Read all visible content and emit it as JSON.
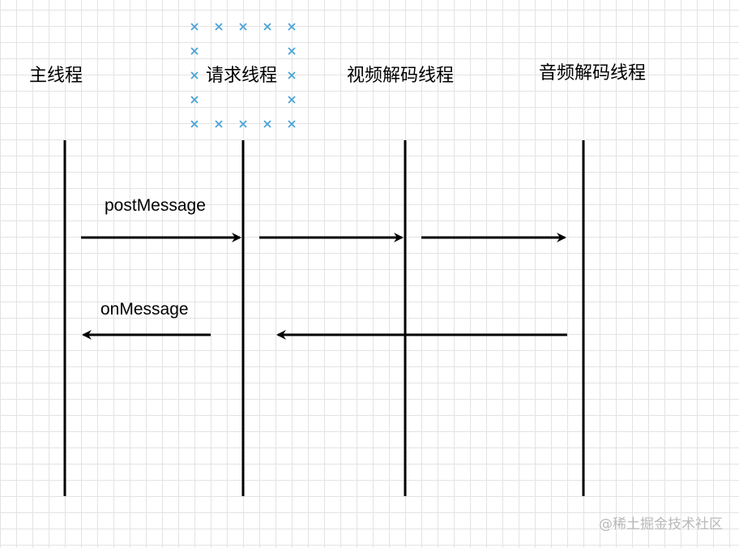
{
  "threads": [
    {
      "label": "主线程"
    },
    {
      "label": "请求线程"
    },
    {
      "label": "视频解码线程"
    },
    {
      "label": "音频解码线程"
    }
  ],
  "messages": [
    {
      "label": "postMessage"
    },
    {
      "label": "onMessage"
    }
  ],
  "watermark": "@稀土掘金技术社区",
  "colors": {
    "line": "#000000",
    "selection_marker": "#4aa3d8",
    "grid": "#e3e3e3",
    "watermark": "#b9b9b9"
  }
}
